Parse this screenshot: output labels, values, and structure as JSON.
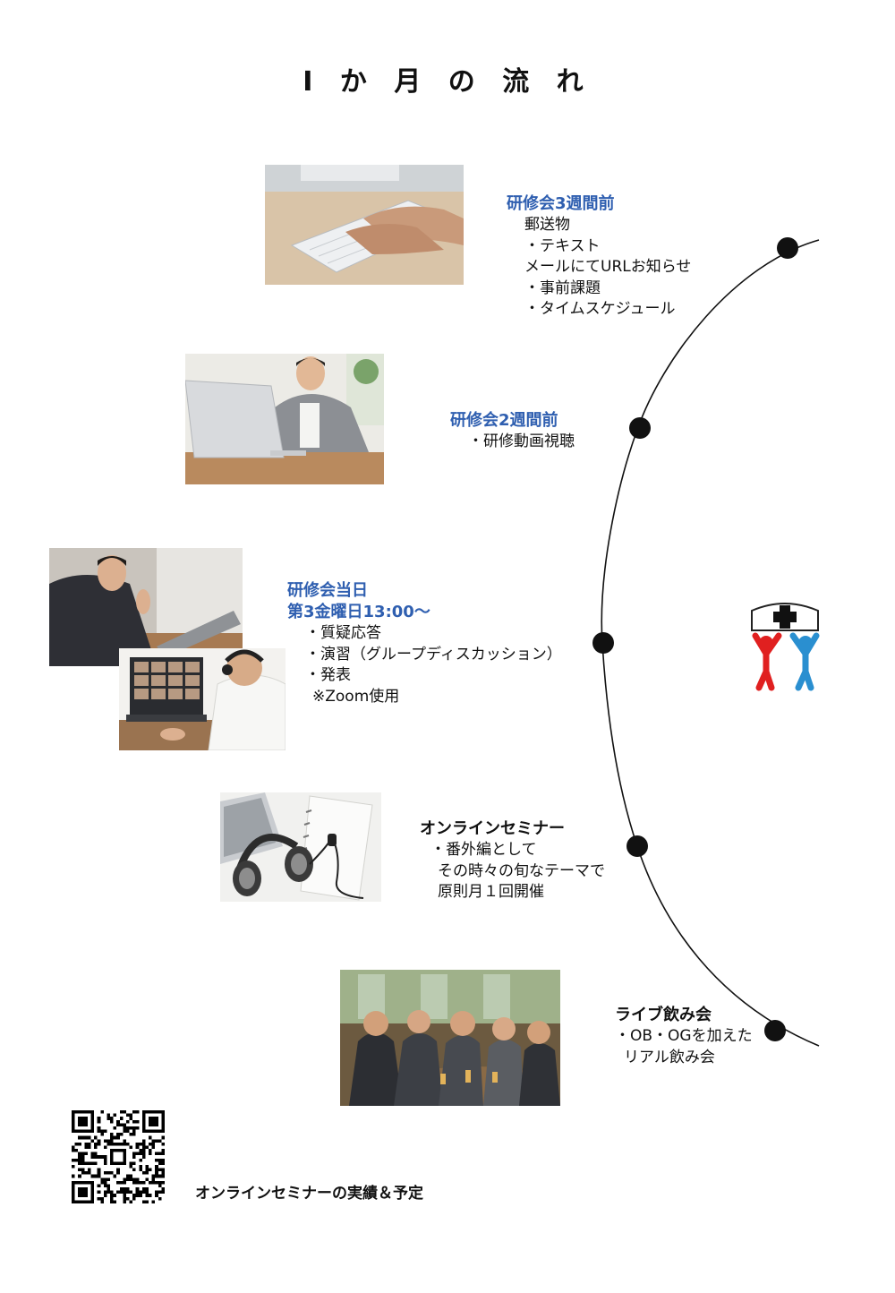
{
  "page": {
    "title": "I か 月 の 流 れ",
    "footer": "オンラインセミナーの実績＆予定"
  },
  "steps": [
    {
      "heading": "研修会3週間前",
      "lines": [
        "郵送物",
        "・テキスト",
        "メールにてURLお知らせ",
        "・事前課題",
        "・タイムスケジュール"
      ]
    },
    {
      "heading": "研修会2週間前",
      "lines": [
        "・研修動画視聴"
      ]
    },
    {
      "heading": "研修会当日",
      "heading2": "第3金曜日13:00～",
      "lines": [
        "・質疑応答",
        "・演習（グループディスカッション）",
        "・発表",
        "※Zoom使用"
      ]
    },
    {
      "heading": "オンラインセミナー",
      "lines": [
        "・番外編として",
        "その時々の旬なテーマで",
        "原則月１回開催"
      ]
    },
    {
      "heading": "ライブ飲み会",
      "lines": [
        "・OB・OGを加えた",
        "リアル飲み会"
      ]
    }
  ],
  "icons": {
    "logo": "hospital-teamwork-icon",
    "qr": "qr-code-icon"
  },
  "colors": {
    "heading_blue": "#2f5fb0",
    "logo_red": "#e02020",
    "logo_blue": "#2a8fd0",
    "text": "#111111"
  }
}
